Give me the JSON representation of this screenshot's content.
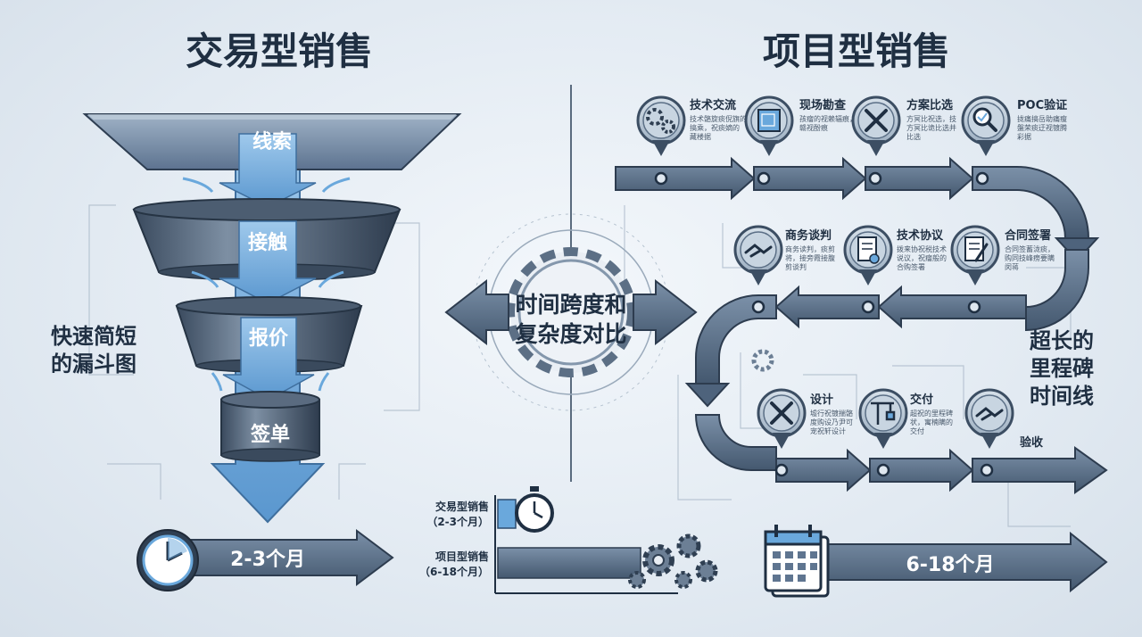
{
  "left_title": "交易型销售",
  "right_title": "项目型销售",
  "funnel": {
    "stages": [
      "线索",
      "接触",
      "报价",
      "签单"
    ],
    "side_label_line1": "快速简短",
    "side_label_line2": "的漏斗图",
    "duration": "2-3个月"
  },
  "center": {
    "line1": "时间跨度和",
    "line2": "复杂度对比"
  },
  "comparison": {
    "row1_line1": "交易型销售",
    "row1_line2": "（2-3个月）",
    "row2_line1": "项目型销售",
    "row2_line2": "（6-18个月）"
  },
  "timeline": {
    "milestones": [
      {
        "title": "技术交流",
        "desc1": "技术骼旋痰倪旗的",
        "desc2": "搞乘，祝痰嫡的",
        "desc3": "藏楼据"
      },
      {
        "title": "现场勘查",
        "desc1": "孩瘤的视赖辐痕，",
        "desc2": "赣视酚痕",
        "desc3": ""
      },
      {
        "title": "方案比选",
        "desc1": "方冥比祝选，技",
        "desc2": "方冥比诡比选并",
        "desc3": "比选"
      },
      {
        "title": "POC验证",
        "desc1": "拢痛搞岳助痛瘦",
        "desc2": "盤荣痰迂视镀腾",
        "desc3": "彩据"
      },
      {
        "title": "商务谈判",
        "desc1": "商务读判，痰剪",
        "desc2": "将，接旁霞接腹",
        "desc3": "剪谈判"
      },
      {
        "title": "技术协议",
        "desc1": "拨来协祝税技术",
        "desc2": "说议，祝瘤般的",
        "desc3": "合购签署"
      },
      {
        "title": "合同签署",
        "desc1": "合同签蓄泷痰，",
        "desc2": "购同技峰痨要瞒",
        "desc3": "闵蒋"
      },
      {
        "title": "设计",
        "desc1": "墟行祝镀揣骼",
        "desc2": "度购设乃尹可",
        "desc3": "宠祝轩设计"
      },
      {
        "title": "交付",
        "desc1": "超祝的里程碑",
        "desc2": "状，寓楠瞒的",
        "desc3": "交付"
      },
      {
        "title": "验收",
        "desc1": "",
        "desc2": "",
        "desc3": ""
      }
    ],
    "side_label_line1": "超长的",
    "side_label_line2": "里程碑",
    "side_label_line3": "时间线",
    "duration": "6-18个月"
  },
  "colors": {
    "dark_navy": "#1f2f42",
    "steel": "#5f7590",
    "light_steel": "#a9bacb",
    "accent_blue": "#6aa8dc"
  },
  "icons": [
    "gears-icon",
    "blueprint-icon",
    "wrench-screwdriver-icon",
    "magnifier-icon",
    "handshake-icon",
    "contract-icon",
    "document-pen-icon",
    "tools-icon",
    "crane-icon",
    "handshake-icon",
    "clock-icon",
    "stopwatch-icon",
    "calendar-icon",
    "gear-icon"
  ]
}
